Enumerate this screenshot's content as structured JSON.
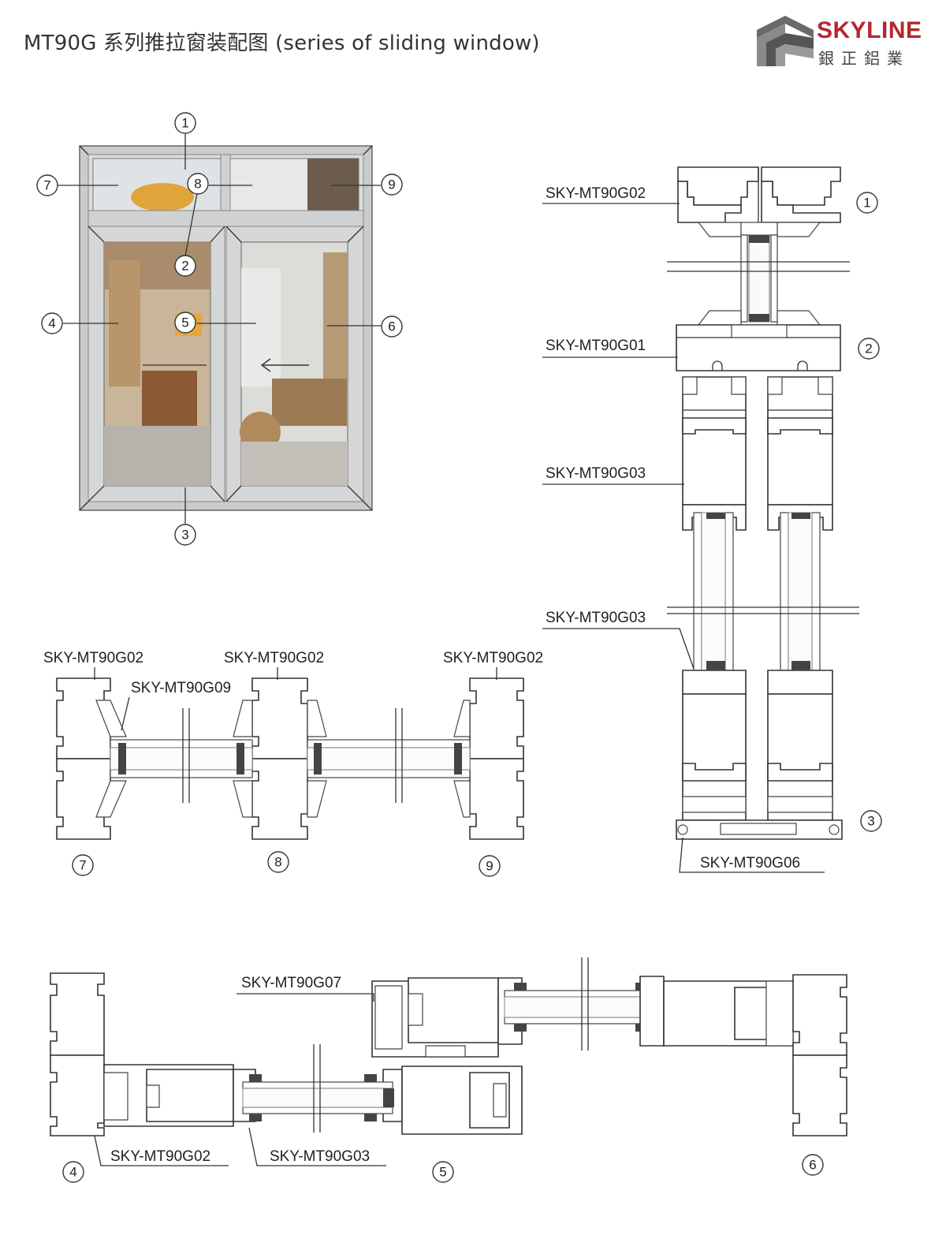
{
  "title": "MT90G 系列推拉窗装配图 (series of  sliding  window)",
  "brand": {
    "name": "SKYLINE",
    "subtitle": "銀正鋁業",
    "accent": "#b3282e"
  },
  "callouts": [
    "1",
    "2",
    "3",
    "4",
    "5",
    "6",
    "7",
    "8",
    "9"
  ],
  "parts": {
    "vertical": [
      "SKY-MT90G02",
      "SKY-MT90G01",
      "SKY-MT90G03",
      "SKY-MT90G03",
      "SKY-MT90G06"
    ],
    "horizontal_top": [
      "SKY-MT90G02",
      "SKY-MT90G09",
      "SKY-MT90G02",
      "SKY-MT90G02"
    ],
    "horizontal_bottom": [
      "SKY-MT90G07",
      "SKY-MT90G02",
      "SKY-MT90G03"
    ]
  }
}
